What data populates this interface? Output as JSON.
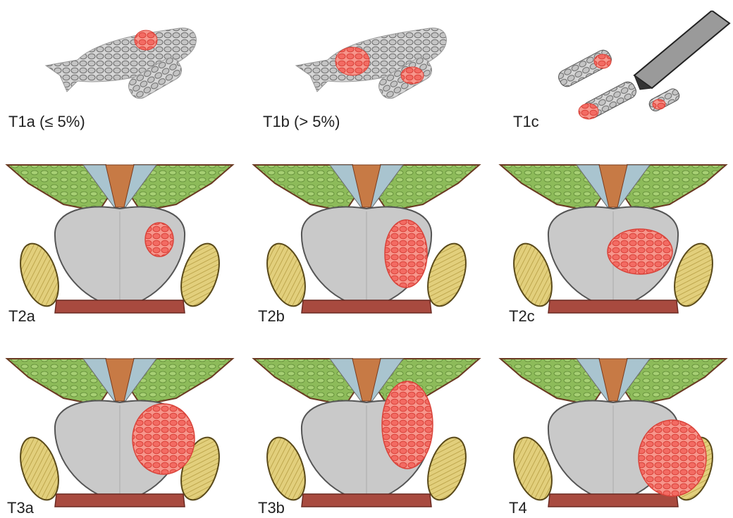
{
  "labels": {
    "t1a": "T1a (≤ 5%)",
    "t1b": "T1b (> 5%)",
    "t1c": "T1c",
    "t2a": "T2a",
    "t2b": "T2b",
    "t2c": "T2c",
    "t3a": "T3a",
    "t3b": "T3b",
    "t4": "T4"
  },
  "colors": {
    "tissue_gray": "#c9c9c9",
    "tumor_red": "#f36b63",
    "fat_green": "#8dbb5a",
    "duct_blue": "#a9c4cf",
    "vessel_orange": "#c77a45",
    "muscle_yellow": "#e2cf7c",
    "band_red": "#a84a3f"
  }
}
